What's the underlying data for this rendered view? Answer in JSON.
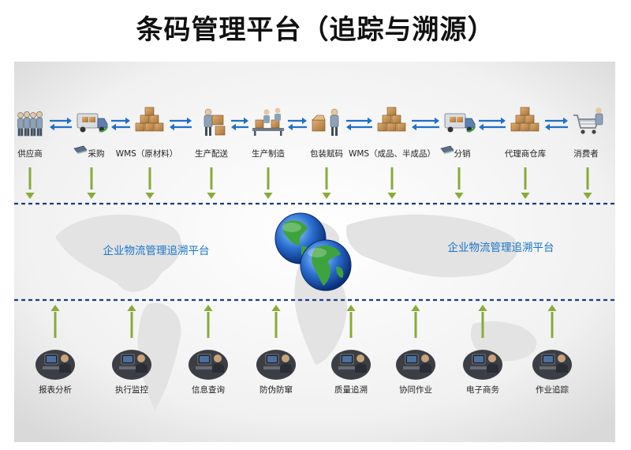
{
  "title": "条码管理平台（追踪与溯源）",
  "colors": {
    "flow_arrow": "#1f6fc8",
    "down_arrow": "#8aaa3a",
    "dashed_line": "#1a3d86",
    "platform_text": "#1874c8"
  },
  "supply_chain": {
    "nodes": [
      {
        "label": "供应商",
        "icon": "workers-group-icon"
      },
      {
        "label": "采购",
        "icon": "truck-icon"
      },
      {
        "label": "WMS（原材料）",
        "icon": "boxes-stack-icon"
      },
      {
        "label": "生产配送",
        "icon": "worker-carrying-box-icon"
      },
      {
        "label": "生产制造",
        "icon": "assembly-line-icon"
      },
      {
        "label": "包装赋码",
        "icon": "worker-packing-icon"
      },
      {
        "label": "WMS（成品、半成品）",
        "icon": "boxes-stack-icon"
      },
      {
        "label": "分销",
        "icon": "truck-icon"
      },
      {
        "label": "代理商仓库",
        "icon": "boxes-stack-icon"
      },
      {
        "label": "消费者",
        "icon": "shopping-cart-icon"
      }
    ]
  },
  "platform": {
    "left_label": "企业物流管理追溯平台",
    "right_label": "企业物流管理追溯平台",
    "center_icon": "globe-icon"
  },
  "tools": {
    "items": [
      {
        "label": "报表分析",
        "icon": "computer-operator-icon"
      },
      {
        "label": "执行监控",
        "icon": "computer-operator-icon"
      },
      {
        "label": "信息查询",
        "icon": "computer-operator-icon"
      },
      {
        "label": "防伪防窜",
        "icon": "computer-operator-icon"
      },
      {
        "label": "质量追溯",
        "icon": "computer-operator-icon"
      },
      {
        "label": "协同作业",
        "icon": "computer-operator-icon"
      },
      {
        "label": "电子商务",
        "icon": "computer-operator-icon"
      },
      {
        "label": "作业追踪",
        "icon": "computer-operator-icon"
      }
    ]
  }
}
